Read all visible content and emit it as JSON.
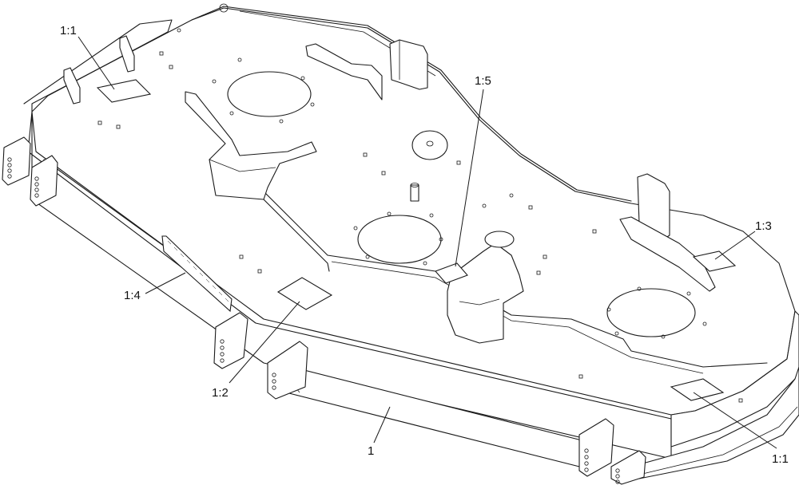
{
  "callouts": {
    "c1": "1",
    "c1_1_top": "1:1",
    "c1_1_bottom": "1:1",
    "c1_2": "1:2",
    "c1_3": "1:3",
    "c1_4": "1:4",
    "c1_5": "1:5"
  }
}
